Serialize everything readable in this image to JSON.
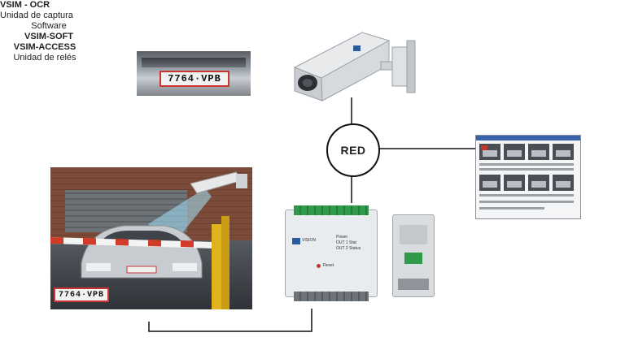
{
  "hub": {
    "label": "RED"
  },
  "camera": {
    "title": "VSIM - OCR",
    "subtitle": "Unidad de captura"
  },
  "software": {
    "title_prefix": "Software",
    "title": "VSIM-SOFT"
  },
  "relay": {
    "title": "VSIM-ACCESS",
    "subtitle": "Unidad de relés"
  },
  "plates": {
    "top": "7764·VPB",
    "scene": "7764·VPB"
  },
  "relay_module": {
    "brand": "VISION",
    "lines": [
      "Power",
      "OUT 1 Stat",
      "OUT 2 Status"
    ],
    "reset": "Reset"
  },
  "colors": {
    "line": "#111111",
    "plate_border": "#cc3333",
    "brick": "#7a4b38",
    "barrier_red": "#d23a2a"
  }
}
